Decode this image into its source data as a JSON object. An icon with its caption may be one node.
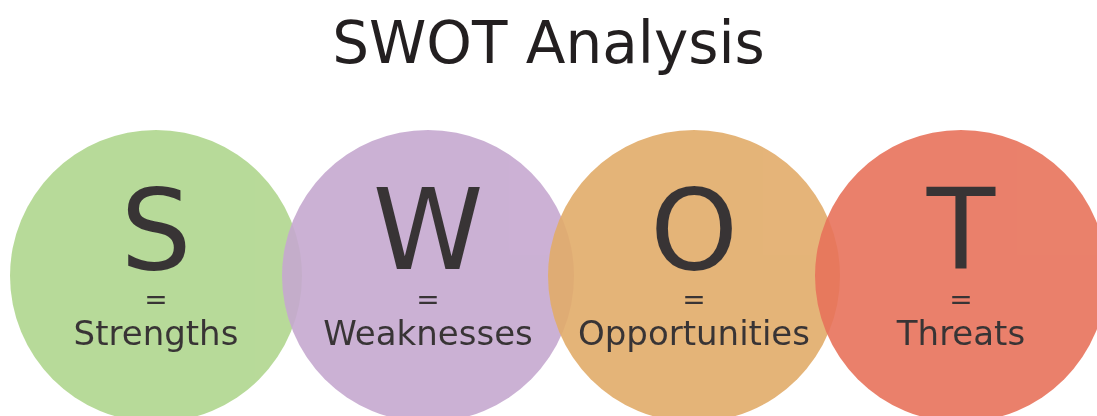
{
  "diagram": {
    "title": "SWOT Analysis",
    "nodes": [
      {
        "text": [
          "S",
          "=",
          "Strengths"
        ]
      },
      {
        "text": [
          "W",
          "=",
          "Weaknesses"
        ]
      },
      {
        "text": [
          "O",
          "=",
          "Opportunities"
        ]
      },
      {
        "text": [
          "T",
          "=",
          "Threats"
        ]
      }
    ]
  }
}
